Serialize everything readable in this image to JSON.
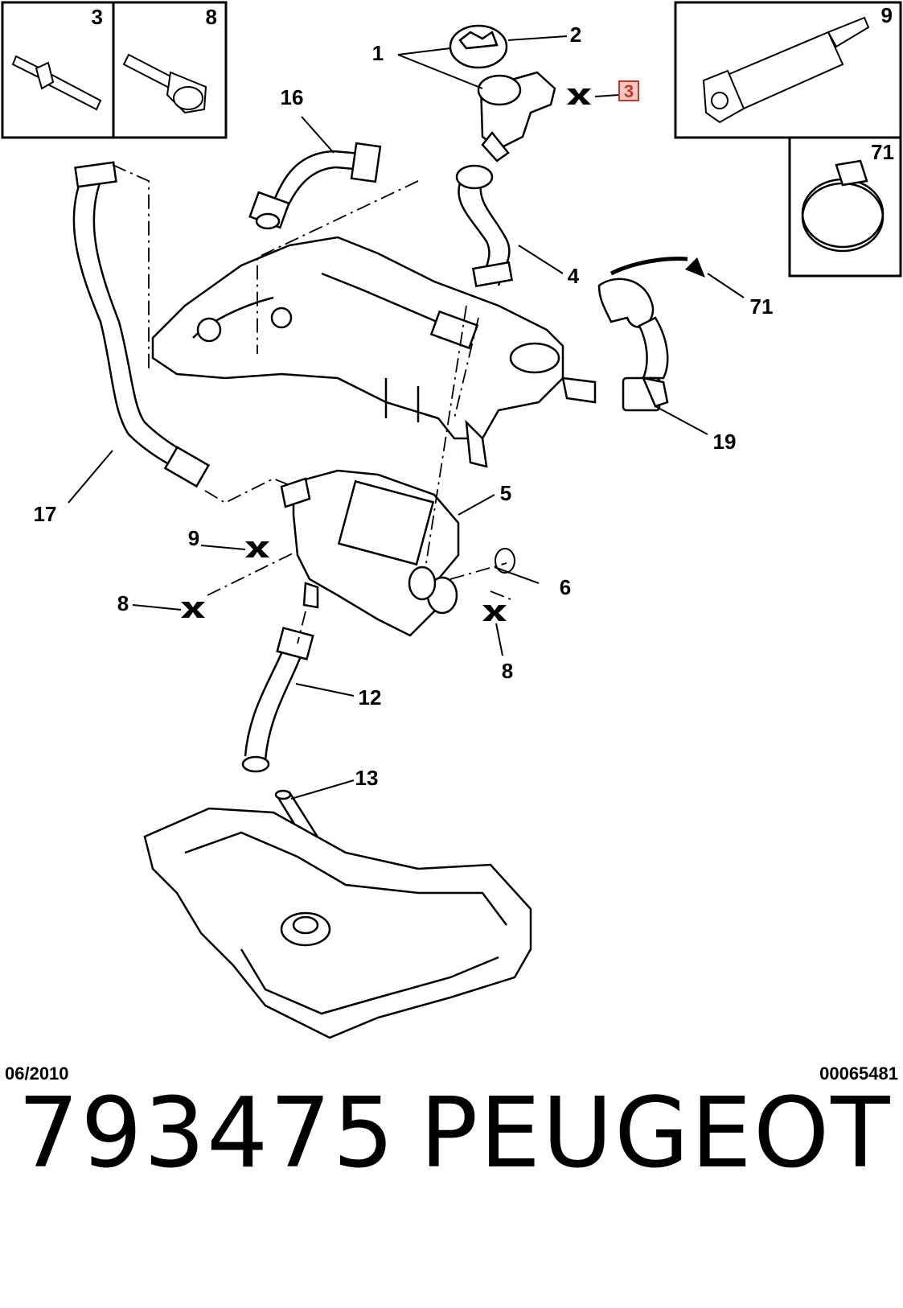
{
  "callouts": {
    "inset_3": "3",
    "inset_8": "8",
    "inset_9": "9",
    "inset_71": "71",
    "c1": "1",
    "c2": "2",
    "c3_ref": "3",
    "c16": "16",
    "c4": "4",
    "c71": "71",
    "c19": "19",
    "c17": "17",
    "c5": "5",
    "c9": "9",
    "c6": "6",
    "c8_left": "8",
    "c8_right": "8",
    "c12": "12",
    "c13": "13"
  },
  "footer": {
    "date": "06/2010",
    "reference": "00065481"
  },
  "caption": {
    "part_number": "793475",
    "brand": "PEUGEOT"
  },
  "colors": {
    "line": "#000000",
    "ref_box": "#c0392b",
    "ref_box_fill": "#f4c7c3"
  }
}
